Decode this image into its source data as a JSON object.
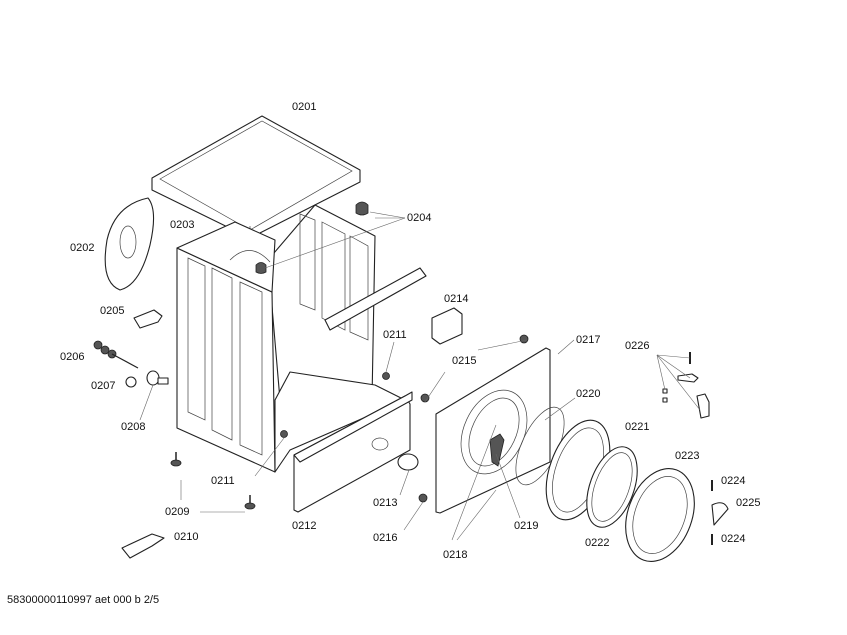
{
  "diagram": {
    "title": "Exploded view - washing machine cabinet and door",
    "labels": {
      "p0201": "0201",
      "p0202": "0202",
      "p0203": "0203",
      "p0204": "0204",
      "p0205": "0205",
      "p0206": "0206",
      "p0207": "0207",
      "p0208": "0208",
      "p0209": "0209",
      "p0210": "0210",
      "p0211a": "0211",
      "p0211b": "0211",
      "p0212": "0212",
      "p0213": "0213",
      "p0214": "0214",
      "p0215": "0215",
      "p0216": "0216",
      "p0217": "0217",
      "p0218": "0218",
      "p0219": "0219",
      "p0220": "0220",
      "p0221": "0221",
      "p0222": "0222",
      "p0223": "0223",
      "p0224a": "0224",
      "p0224b": "0224",
      "p0225": "0225",
      "p0226": "0226"
    }
  },
  "footer": {
    "reference": "58300000110997 aet 000 b 2/5"
  }
}
